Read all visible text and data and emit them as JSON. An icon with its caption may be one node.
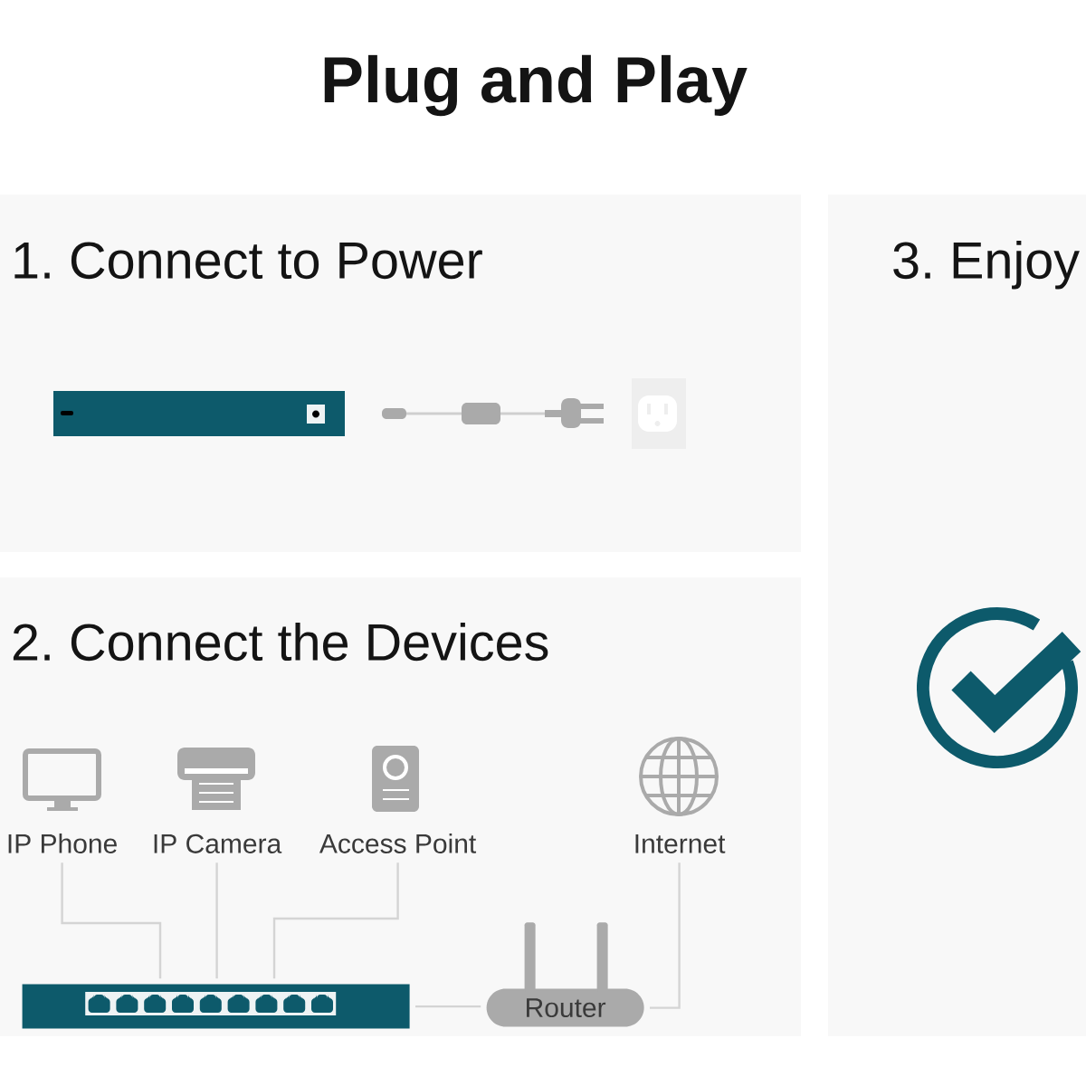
{
  "diagram": {
    "title": "Plug and Play",
    "nodes": [
      {
        "text": [
          "1. Connect to Power"
        ]
      },
      {
        "text": [
          "3. Enjoy"
        ]
      },
      {
        "text": [
          "2. Connect the Devices"
        ]
      },
      {
        "text": [
          "IP Phone"
        ],
        "in": 2
      },
      {
        "text": [
          "IP Camera"
        ],
        "in": 2
      },
      {
        "text": [
          "Access Point"
        ],
        "in": 2
      },
      {
        "text": [
          "Internet"
        ],
        "in": 2
      },
      {
        "text": [],
        "shape": "bar",
        "in": 2
      },
      {
        "text": [
          "Router"
        ],
        "in": 2
      }
    ],
    "edges": [
      {
        "from": 3,
        "to": 7,
        "arrow": "none"
      },
      {
        "from": 4,
        "to": 7,
        "arrow": "none"
      },
      {
        "from": 5,
        "to": 7,
        "arrow": "none"
      },
      {
        "from": 7,
        "to": 8,
        "arrow": "none"
      },
      {
        "from": 8,
        "to": 6,
        "arrow": "none"
      }
    ]
  }
}
